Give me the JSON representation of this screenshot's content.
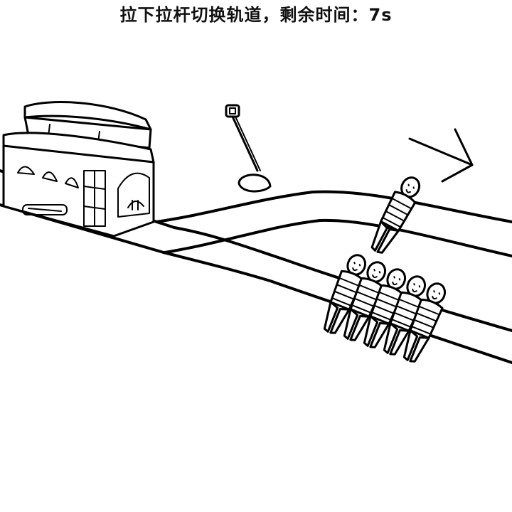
{
  "hud": {
    "instruction": "拉下拉杆切换轨道，剩余时间：7s"
  },
  "scene": {
    "tracks": [
      "upper-track",
      "lower-track"
    ],
    "upper_track_people": 1,
    "lower_track_people": 5
  },
  "colors": {
    "background": "#ffffff",
    "ink": "#000000"
  }
}
